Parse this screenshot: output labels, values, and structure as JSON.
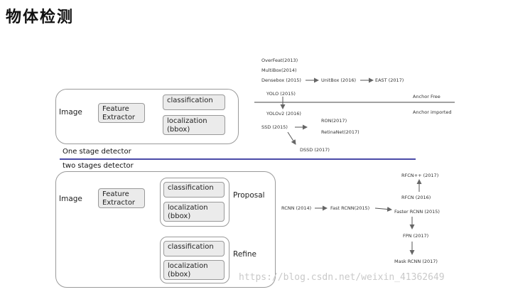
{
  "title": "物体检测",
  "one_stage": {
    "image": "Image",
    "feature_extractor": "Feature\nExtractor",
    "classification": "classification",
    "localization": "localization\n(bbox)",
    "caption": "One stage detector"
  },
  "two_stage": {
    "caption": "two stages detector",
    "image": "Image",
    "feature_extractor": "Feature\nExtractor",
    "proposal_classification": "classification",
    "proposal_localization": "localization\n(bbox)",
    "proposal": "Proposal",
    "refine_classification": "classification",
    "refine_localization": "localization\n(bbox)",
    "refine": "Refine"
  },
  "one_stage_timeline": {
    "overfeat": "OverFeat(2013)",
    "multibox": "MultiBox(2014)",
    "densebox": "Densebox (2015)",
    "unitbox": "UnitBox (2016)",
    "east": "EAST (2017)",
    "yolo": "YOLO (2015)",
    "anchor_free": "Anchor Free",
    "yolov2": "YOLOv2 (2016)",
    "anchor_imported": "Anchor imported",
    "ron": "RON(2017)",
    "ssd": "SSD (2015)",
    "retinanet": "RetinaNet(2017)",
    "dssd": "DSSD (2017)"
  },
  "two_stage_timeline": {
    "rfcnpp": "RFCN++ (2017)",
    "rfcn": "RFCN (2016)",
    "rcnn": "RCNN (2014)",
    "fast_rcnn": "Fast RCNN(2015)",
    "faster_rcnn": "Faster RCNN (2015)",
    "fpn": "FPN (2017)",
    "mask_rcnn": "Mask RCNN (2017)"
  },
  "watermark": "https://blog.csdn.net/weixin_41362649",
  "colors": {
    "separator": "#4a4aa8",
    "arrow": "#666666",
    "box_fill": "#ebebeb"
  }
}
